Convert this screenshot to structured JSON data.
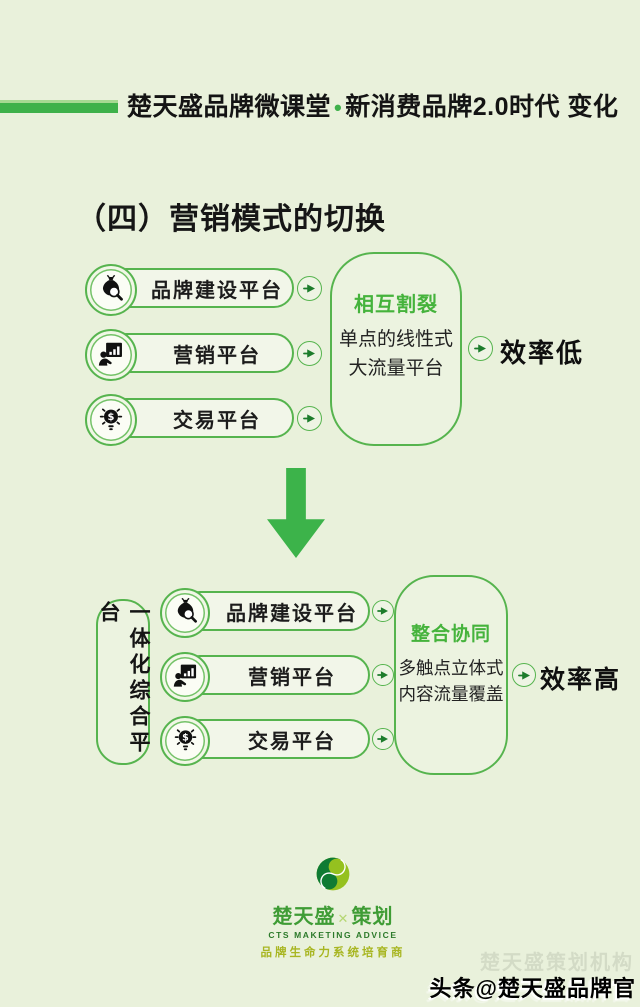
{
  "colors": {
    "background": "#e9f1db",
    "border_green": "#56b44e",
    "accent_green": "#3eb14a",
    "arrow_dark_green": "#1d7c2c",
    "box_title_green": "#45b33c",
    "big_arrow_green": "#3cb34a",
    "text_black": "#141414",
    "logo_dark_green": "#0f7b33",
    "logo_light_green": "#95c11f",
    "brand_green": "#3f9c35",
    "tagline_olive": "#a8b622"
  },
  "header": {
    "title_left": "楚天盛品牌微课堂",
    "dot": "•",
    "title_right": "新消费品牌2.0时代 变化"
  },
  "section_title": "（四）营销模式的切换",
  "upper": {
    "platforms": [
      {
        "label": "品牌建设平台",
        "icon": "moneybag-magnifier-icon"
      },
      {
        "label": "营销平台",
        "icon": "presenter-chart-icon"
      },
      {
        "label": "交易平台",
        "icon": "bulb-dollar-icon"
      }
    ],
    "box": {
      "title": "相互割裂",
      "line1": "单点的线性式",
      "line2": "大流量平台"
    },
    "result": "效率低"
  },
  "lower": {
    "side_label": "一体化综合平台",
    "platforms": [
      {
        "label": "品牌建设平台",
        "icon": "moneybag-magnifier-icon"
      },
      {
        "label": "营销平台",
        "icon": "presenter-chart-icon"
      },
      {
        "label": "交易平台",
        "icon": "bulb-dollar-icon"
      }
    ],
    "box": {
      "title": "整合协同",
      "line1": "多触点立体式",
      "line2": "内容流量覆盖"
    },
    "result": "效率高"
  },
  "footer": {
    "brand_left": "楚天盛",
    "brand_x": "✕",
    "brand_right": "策划",
    "brand_en": "CTS MAKETING ADVICE",
    "tagline": "品牌生命力系统培育商"
  },
  "watermark": {
    "ghost": "楚天盛策划机构",
    "main": "头条@楚天盛品牌官"
  }
}
